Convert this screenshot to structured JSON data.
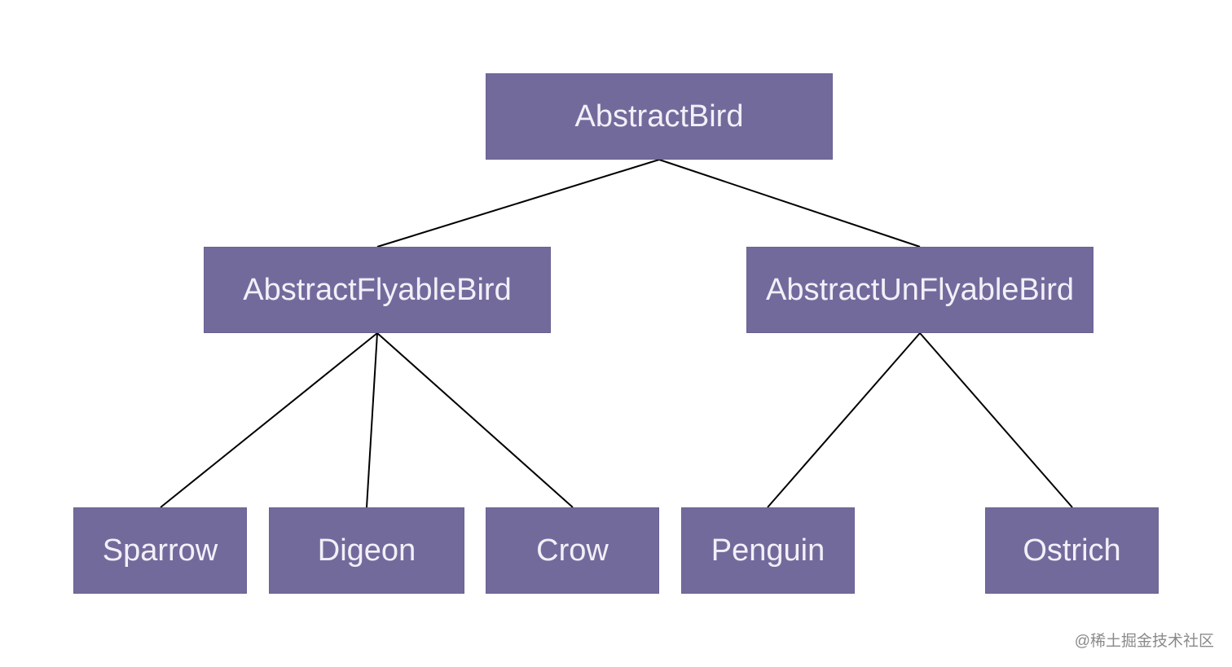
{
  "nodes": {
    "root": "AbstractBird",
    "flyable": "AbstractFlyableBird",
    "unflyable": "AbstractUnFlyableBird",
    "sparrow": "Sparrow",
    "digeon": "Digeon",
    "crow": "Crow",
    "penguin": "Penguin",
    "ostrich": "Ostrich"
  },
  "edges": [
    [
      "root",
      "flyable"
    ],
    [
      "root",
      "unflyable"
    ],
    [
      "flyable",
      "sparrow"
    ],
    [
      "flyable",
      "digeon"
    ],
    [
      "flyable",
      "crow"
    ],
    [
      "unflyable",
      "penguin"
    ],
    [
      "unflyable",
      "ostrich"
    ]
  ],
  "watermark": "@稀土掘金技术社区",
  "colors": {
    "node_fill": "#736a9c",
    "node_text": "#f2f0f8",
    "edge": "#000000"
  }
}
